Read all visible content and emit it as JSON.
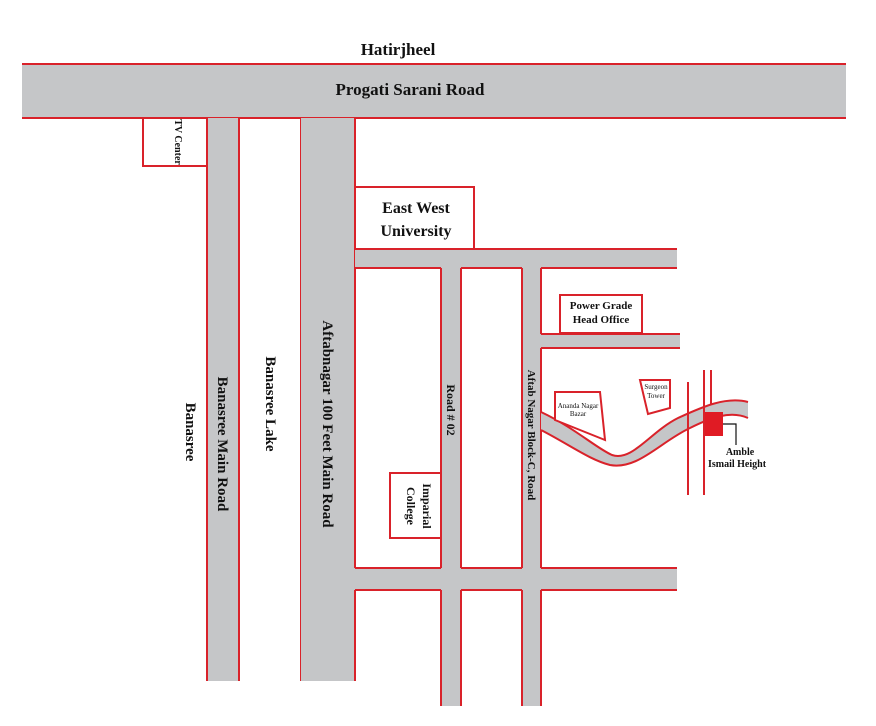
{
  "colors": {
    "road": "#c5c6c8",
    "edge": "#d9222a",
    "marker": "#e01b24",
    "text": "#111111"
  },
  "labels": {
    "hatirjheel": "Hatirjheel",
    "progati_road": "Progati Sarani Road",
    "tv_center": "TV Center",
    "ewu_line1": "East West",
    "ewu_line2": "University",
    "power_line1": "Power Grade",
    "power_line2": "Head Office",
    "ananda_line1": "Ananda Nagar",
    "ananda_line2": "Bazar",
    "surgeon_line1": "Surgeon",
    "surgeon_line2": "Tower",
    "amble_line1": "Amble",
    "amble_line2": "Ismail Height",
    "banasree": "Banasree",
    "banasree_main_road": "Banasree Main Road",
    "banasree_lake": "Banasree Lake",
    "aftabnagar_100ft": "Aftabnagar 100 Feet Main Road",
    "road02": "Road # 02",
    "block_c_road": "Aftab Nagar Block-C, Road",
    "imparial_line1": "Imparial",
    "imparial_line2": "College"
  },
  "icons": {
    "destination": "red-square-marker-icon"
  }
}
